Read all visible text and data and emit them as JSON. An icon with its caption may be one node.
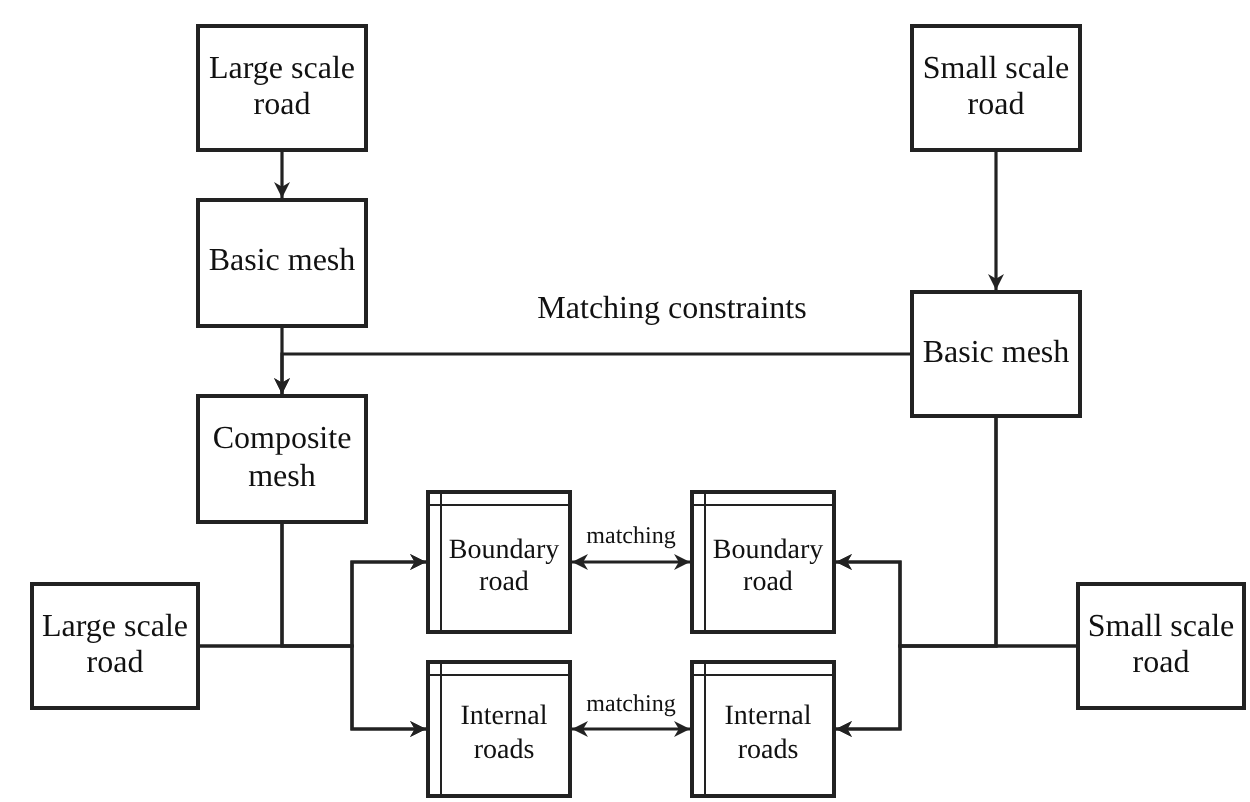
{
  "diagram": {
    "nodes": [
      {
        "text": [
          "Large scale road"
        ]
      },
      {
        "text": [
          "Basic mesh"
        ]
      },
      {
        "text": [
          "Composite mesh"
        ]
      },
      {
        "text": [
          "Large scale road"
        ]
      },
      {
        "text": [
          "Small scale road"
        ]
      },
      {
        "text": [
          "Basic mesh"
        ]
      },
      {
        "text": [
          "Boundary road"
        ]
      },
      {
        "text": [
          "Internal roads"
        ]
      },
      {
        "text": [
          "Boundary road"
        ]
      },
      {
        "text": [
          "Internal roads"
        ]
      },
      {
        "text": [
          "Small scale road"
        ]
      }
    ],
    "edges": [
      {
        "from": 0,
        "to": 1,
        "arrow": "to"
      },
      {
        "from": 1,
        "to": 2,
        "arrow": "to"
      },
      {
        "from": 5,
        "to": 2,
        "arrow": "to",
        "label": "Matching constraints"
      },
      {
        "from": 4,
        "to": 5,
        "arrow": "to"
      },
      {
        "from": 2,
        "to": 6,
        "arrow": "to"
      },
      {
        "from": 2,
        "to": 7,
        "arrow": "to"
      },
      {
        "from": 3,
        "to": 6,
        "arrow": "to"
      },
      {
        "from": 3,
        "to": 7,
        "arrow": "to"
      },
      {
        "from": 5,
        "to": 8,
        "arrow": "to"
      },
      {
        "from": 5,
        "to": 9,
        "arrow": "to"
      },
      {
        "from": 10,
        "to": 8,
        "arrow": "to"
      },
      {
        "from": 10,
        "to": 9,
        "arrow": "to"
      },
      {
        "from": 6,
        "to": 8,
        "arrow": "both",
        "label": "matching"
      },
      {
        "from": 7,
        "to": 9,
        "arrow": "both",
        "label": "matching"
      }
    ]
  }
}
